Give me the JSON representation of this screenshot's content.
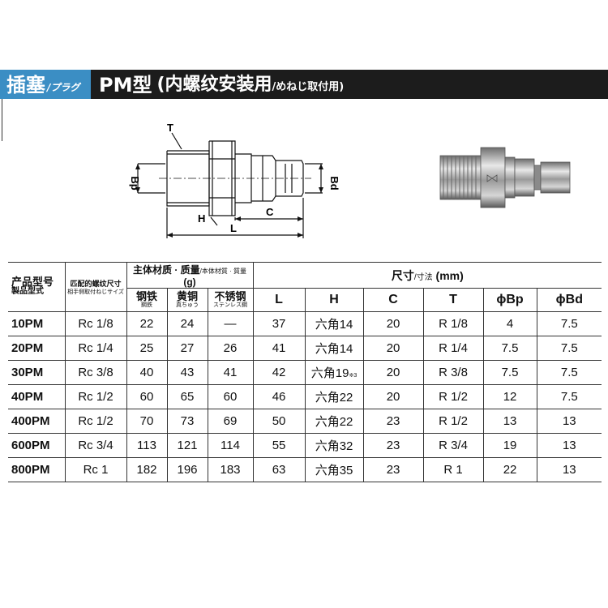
{
  "banner": {
    "tag_main": "插塞",
    "tag_sub": "/プラグ",
    "title_main": "PM型",
    "title_paren": "(内螺纹安装用",
    "title_sub": "/めねじ取付用)"
  },
  "drawing": {
    "label_T": "T",
    "label_Bp": "Bp",
    "label_Bd": "Bd",
    "label_H": "H",
    "label_C": "C",
    "label_L": "L"
  },
  "table": {
    "header": {
      "model_cn": "产品型号",
      "model_jp": "製品型式",
      "thread_cn": "匹配的螺纹尺寸",
      "thread_jp": "相手側取付ねじサイズ",
      "mass_cn": "主体材质 · 质量",
      "mass_jp": "/本体材質 · 質量",
      "mass_unit": "(g)",
      "dim_cn": "尺寸",
      "dim_jp": "/寸法",
      "dim_unit": "(mm)",
      "steel_cn": "钢铁",
      "steel_jp": "鋼鉄",
      "brass_cn": "黄铜",
      "brass_jp": "真ちゅう",
      "ss_cn": "不锈钢",
      "ss_jp": "ステンレス鋼",
      "col_L": "L",
      "col_H": "H",
      "col_C": "C",
      "col_T": "T",
      "col_Bp": "ϕBp",
      "col_Bd": "ϕBd"
    },
    "rows": [
      {
        "model": "10PM",
        "thread": "Rc 1/8",
        "steel": "22",
        "brass": "24",
        "ss": "—",
        "L": "37",
        "H": "六角14",
        "Hnote": "",
        "C": "20",
        "T": "R 1/8",
        "Bp": "4",
        "Bd": "7.5"
      },
      {
        "model": "20PM",
        "thread": "Rc 1/4",
        "steel": "25",
        "brass": "27",
        "ss": "26",
        "L": "41",
        "H": "六角14",
        "Hnote": "",
        "C": "20",
        "T": "R 1/4",
        "Bp": "7.5",
        "Bd": "7.5"
      },
      {
        "model": "30PM",
        "thread": "Rc 3/8",
        "steel": "40",
        "brass": "43",
        "ss": "41",
        "L": "42",
        "H": "六角19",
        "Hnote": "※3",
        "C": "20",
        "T": "R 3/8",
        "Bp": "7.5",
        "Bd": "7.5"
      },
      {
        "model": "40PM",
        "thread": "Rc 1/2",
        "steel": "60",
        "brass": "65",
        "ss": "60",
        "L": "46",
        "H": "六角22",
        "Hnote": "",
        "C": "20",
        "T": "R 1/2",
        "Bp": "12",
        "Bd": "7.5"
      },
      {
        "model": "400PM",
        "thread": "Rc 1/2",
        "steel": "70",
        "brass": "73",
        "ss": "69",
        "L": "50",
        "H": "六角22",
        "Hnote": "",
        "C": "23",
        "T": "R 1/2",
        "Bp": "13",
        "Bd": "13"
      },
      {
        "model": "600PM",
        "thread": "Rc 3/4",
        "steel": "113",
        "brass": "121",
        "ss": "114",
        "L": "55",
        "H": "六角32",
        "Hnote": "",
        "C": "23",
        "T": "R 3/4",
        "Bp": "19",
        "Bd": "13"
      },
      {
        "model": "800PM",
        "thread": "Rc 1",
        "steel": "182",
        "brass": "196",
        "ss": "183",
        "L": "63",
        "H": "六角35",
        "Hnote": "",
        "C": "23",
        "T": "R 1",
        "Bp": "22",
        "Bd": "13"
      }
    ]
  }
}
